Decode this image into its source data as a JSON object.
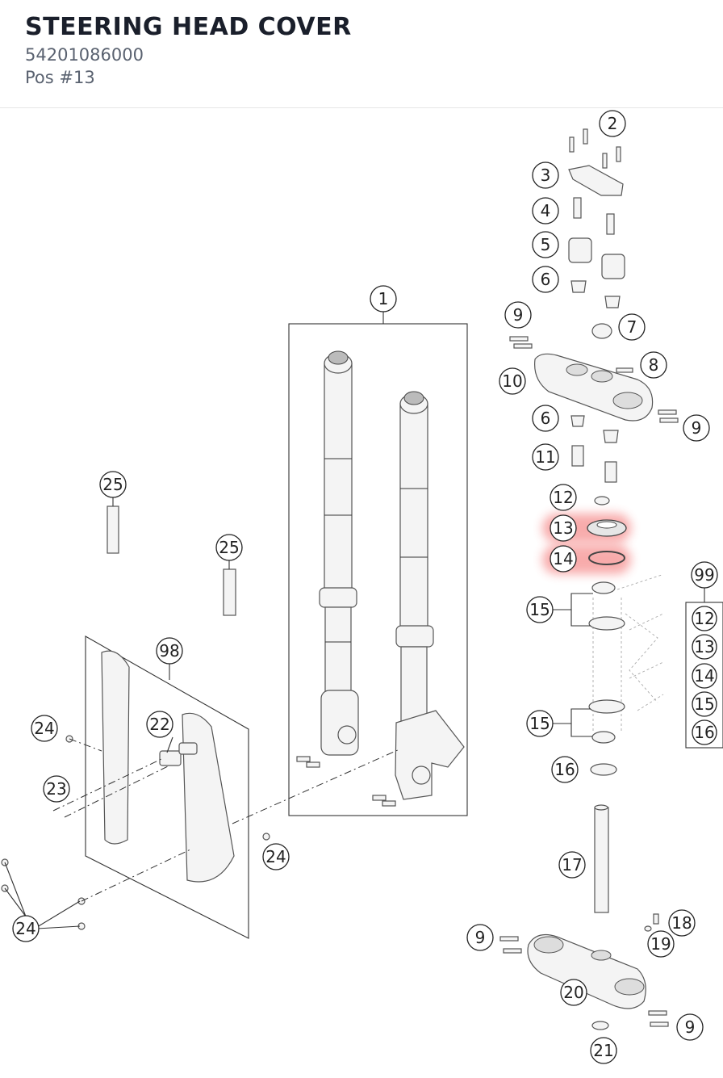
{
  "header": {
    "title": "STEERING HEAD COVER",
    "part_number": "54201086000",
    "position": "Pos #13"
  },
  "callouts": {
    "c1": "1",
    "c2": "2",
    "c3": "3",
    "c4": "4",
    "c5": "5",
    "c6a": "6",
    "c6b": "6",
    "c7": "7",
    "c8": "8",
    "c9a": "9",
    "c9b": "9",
    "c9c": "9",
    "c9d": "9",
    "c10": "10",
    "c11": "11",
    "c12": "12",
    "c13": "13",
    "c14": "14",
    "c15a": "15",
    "c15b": "15",
    "c16": "16",
    "c17": "17",
    "c18": "18",
    "c19": "19",
    "c20": "20",
    "c21": "21",
    "c22": "22",
    "c23": "23",
    "c24a": "24",
    "c24b": "24",
    "c24c": "24",
    "c25a": "25",
    "c25b": "25",
    "c98": "98",
    "c99": "99"
  },
  "kit_99": [
    "12",
    "13",
    "14",
    "15",
    "16"
  ],
  "highlight": {
    "color": "#f04646",
    "items": [
      "13",
      "14"
    ]
  }
}
